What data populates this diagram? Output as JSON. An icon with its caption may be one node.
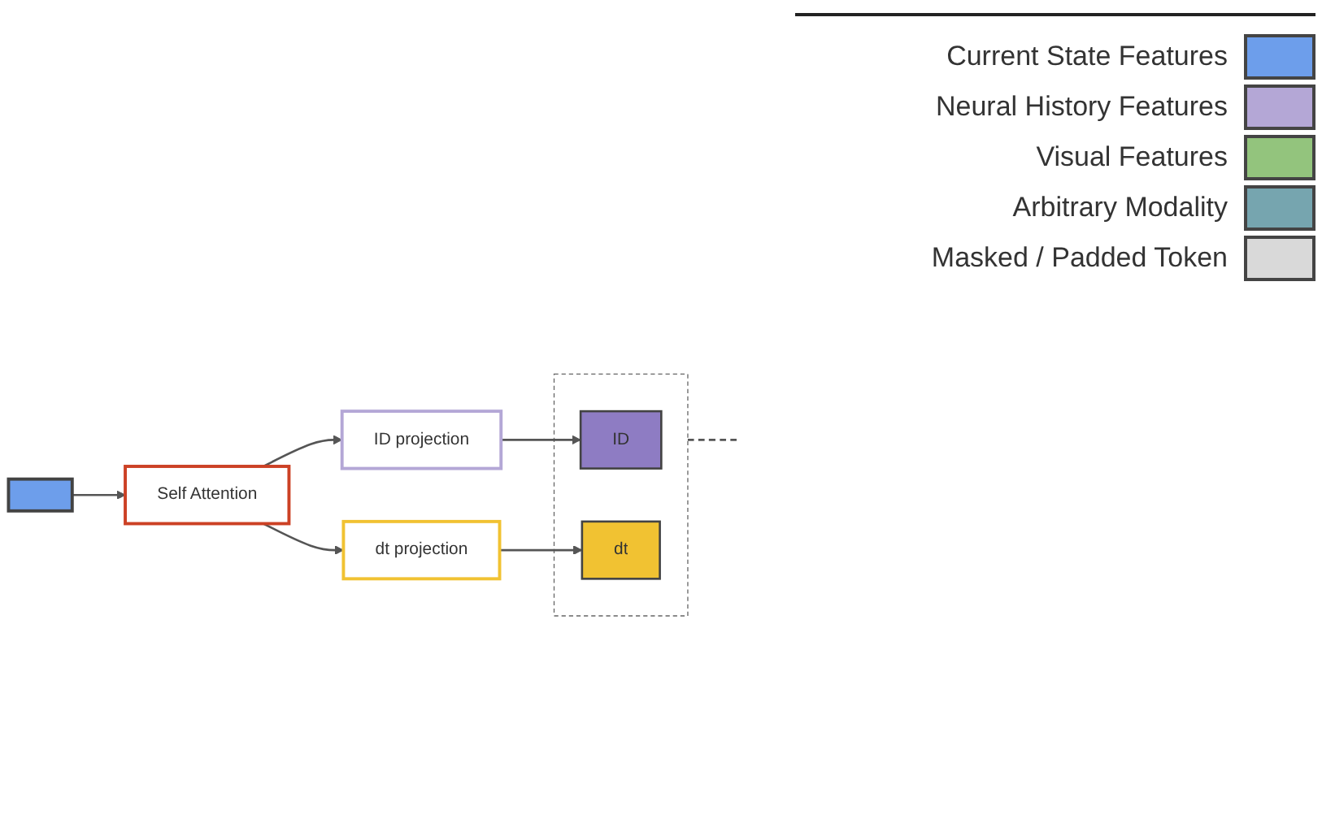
{
  "diagram": {
    "nodes": [
      {
        "text": [],
        "shape": "box"
      },
      {
        "text": [
          "Self Attention"
        ]
      },
      {
        "text": [
          "ID projection"
        ]
      },
      {
        "text": [
          "dt projection"
        ]
      },
      {
        "text": [],
        "shape": "box"
      },
      {
        "text": [
          "ID"
        ],
        "in": 4
      },
      {
        "text": [
          "dt"
        ],
        "in": 4
      }
    ],
    "edges": [
      {
        "from": 0,
        "to": 1,
        "arrow": "to"
      },
      {
        "from": 1,
        "to": 2,
        "arrow": "to"
      },
      {
        "from": 1,
        "to": 3,
        "arrow": "to"
      },
      {
        "from": 2,
        "to": 5,
        "arrow": "to"
      },
      {
        "from": 3,
        "to": 6,
        "arrow": "to"
      },
      {
        "from": 4,
        "to": null,
        "arrow": "none",
        "style": "dashed"
      }
    ],
    "legend": [
      {
        "text": "Current State Features",
        "color": "#6d9eeb"
      },
      {
        "text": "Neural History Features",
        "color": "#b4a7d6"
      },
      {
        "text": "Visual Features",
        "color": "#93c47d"
      },
      {
        "text": "Arbitrary Modality",
        "color": "#76a5af"
      },
      {
        "text": "Masked / Padded Token",
        "color": "#d9d9d9"
      }
    ]
  }
}
